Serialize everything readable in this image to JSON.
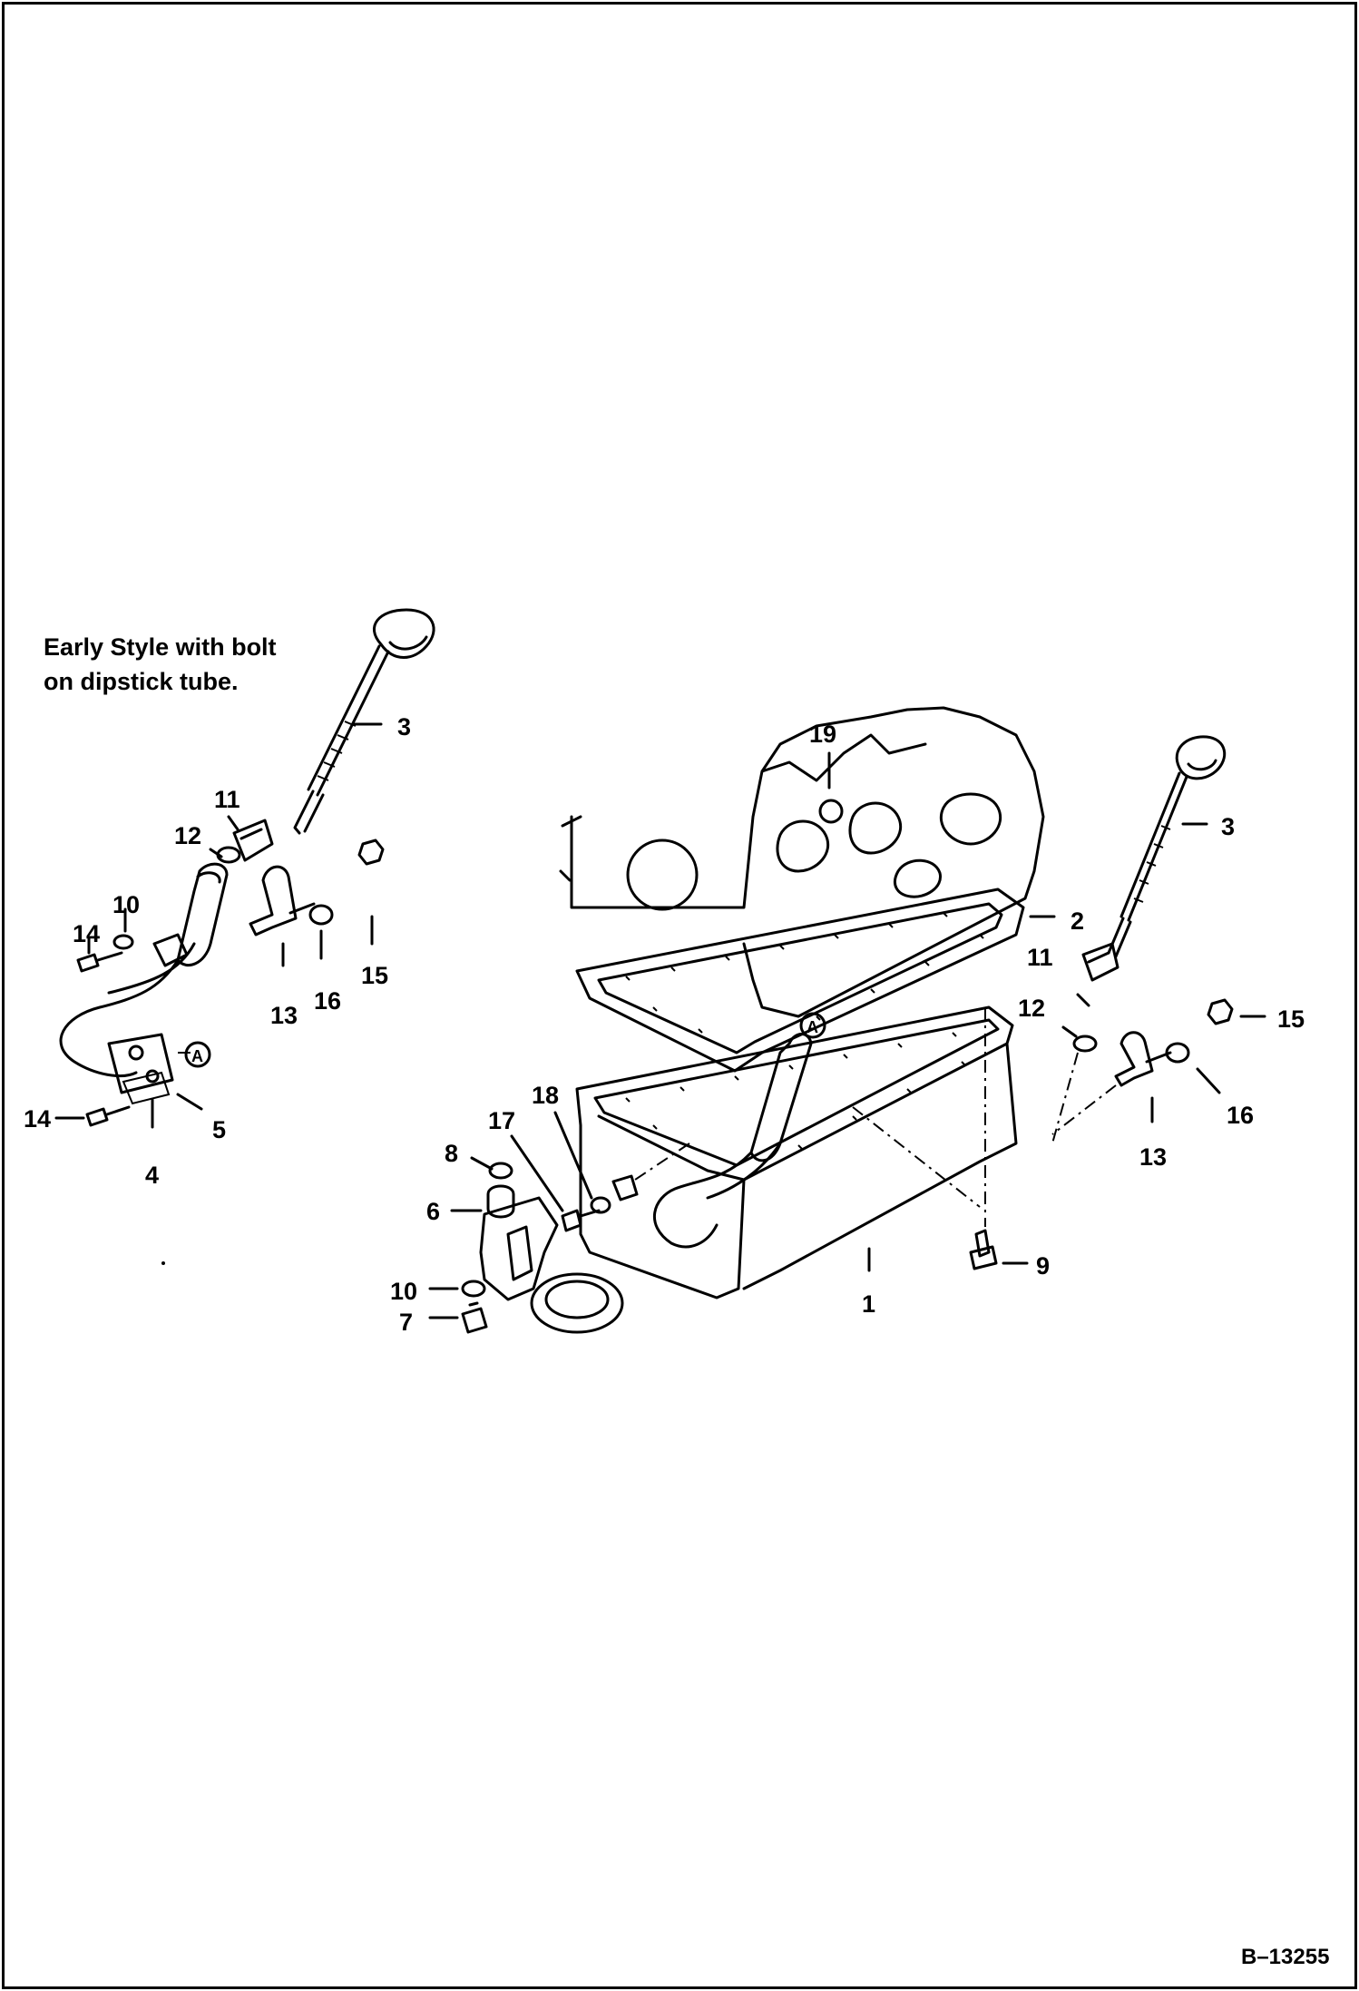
{
  "caption": {
    "line1": "Early Style with bolt",
    "line2": "on dipstick tube."
  },
  "figure_id": "B–13255",
  "early_style_callouts": [
    {
      "id": "e3",
      "label": "3"
    },
    {
      "id": "e11",
      "label": "11"
    },
    {
      "id": "e12",
      "label": "12"
    },
    {
      "id": "e10",
      "label": "10"
    },
    {
      "id": "e14a",
      "label": "14"
    },
    {
      "id": "e13",
      "label": "13"
    },
    {
      "id": "e16",
      "label": "16"
    },
    {
      "id": "e15",
      "label": "15"
    },
    {
      "id": "e14b",
      "label": "14"
    },
    {
      "id": "e5",
      "label": "5"
    },
    {
      "id": "e4",
      "label": "4"
    },
    {
      "id": "eA",
      "label": "A"
    }
  ],
  "main_callouts": [
    {
      "id": "m19",
      "label": "19"
    },
    {
      "id": "m3",
      "label": "3"
    },
    {
      "id": "m2",
      "label": "2"
    },
    {
      "id": "m11",
      "label": "11"
    },
    {
      "id": "m12",
      "label": "12"
    },
    {
      "id": "m15",
      "label": "15"
    },
    {
      "id": "m16",
      "label": "16"
    },
    {
      "id": "m13",
      "label": "13"
    },
    {
      "id": "m18",
      "label": "18"
    },
    {
      "id": "m17",
      "label": "17"
    },
    {
      "id": "m8",
      "label": "8"
    },
    {
      "id": "m6",
      "label": "6"
    },
    {
      "id": "m10",
      "label": "10"
    },
    {
      "id": "m7",
      "label": "7"
    },
    {
      "id": "m1",
      "label": "1"
    },
    {
      "id": "m9",
      "label": "9"
    },
    {
      "id": "mA",
      "label": "A"
    }
  ]
}
